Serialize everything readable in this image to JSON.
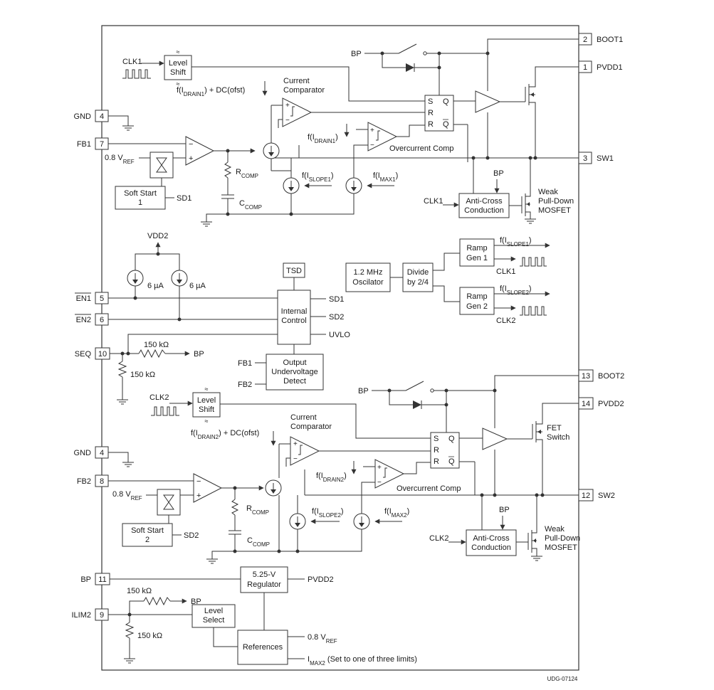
{
  "pins": {
    "boot1": {
      "num": "2",
      "name": "BOOT1"
    },
    "pvdd1": {
      "num": "1",
      "name": "PVDD1"
    },
    "sw1": {
      "num": "3",
      "name": "SW1"
    },
    "gnd_a": {
      "num": "4",
      "name": "GND"
    },
    "fb1": {
      "num": "7",
      "name": "FB1"
    },
    "en1": {
      "num": "5",
      "name": "EN1"
    },
    "en2": {
      "num": "6",
      "name": "EN2"
    },
    "seq": {
      "num": "10",
      "name": "SEQ"
    },
    "boot2": {
      "num": "13",
      "name": "BOOT2"
    },
    "pvdd2": {
      "num": "14",
      "name": "PVDD2"
    },
    "gnd_b": {
      "num": "4",
      "name": "GND"
    },
    "fb2": {
      "num": "8",
      "name": "FB2"
    },
    "sw2": {
      "num": "12",
      "name": "SW2"
    },
    "bp": {
      "num": "11",
      "name": "BP"
    },
    "ilim2": {
      "num": "9",
      "name": "ILIM2"
    }
  },
  "ch1": {
    "clk": "CLK1",
    "level_shift": [
      "Level",
      "Shift"
    ],
    "drain_f": "f(I",
    "drain_sub": "DRAIN1",
    "drain_tail": ") + DC(ofst)",
    "comparator": [
      "Current",
      "Comparator"
    ],
    "bp": "BP",
    "ff": {
      "s": "S",
      "r1": "R",
      "r2": "R",
      "q": "Q",
      "qb": "Q"
    },
    "oc_f": "f(I",
    "oc_sub": "DRAIN1",
    "oc_tail": ")",
    "oc_label": "Overcurrent Comp",
    "vref": "0.8 V",
    "vref_sub": "REF",
    "minus": "−",
    "plus": "+",
    "rcomp": "R",
    "rcomp_sub": "COMP",
    "ccomp": "C",
    "ccomp_sub": "COMP",
    "soft_start": [
      "Soft Start",
      "1"
    ],
    "sd": "SD1",
    "slope_f": "f(I",
    "slope_sub": "SLOPE1",
    "slope_tail": ")",
    "max_f": "f(I",
    "max_sub": "MAX1",
    "max_tail": ")",
    "bp2": "BP",
    "clk_ac": "CLK1",
    "anticross": [
      "Anti-Cross",
      "Conduction"
    ],
    "weak": [
      "Weak",
      "Pull-Down",
      "MOSFET"
    ]
  },
  "mid": {
    "vdd2": "VDD2",
    "i1": "6 µA",
    "i2": "6 µA",
    "tsd": "TSD",
    "internal": [
      "Internal",
      "Control"
    ],
    "sd1": "SD1",
    "sd2": "SD2",
    "uvlo": "UVLO",
    "osc": [
      "1.2 MHz",
      "Oscilator"
    ],
    "divide": [
      "Divide",
      "by 2/4"
    ],
    "ramp1": [
      "Ramp",
      "Gen 1"
    ],
    "ramp2": [
      "Ramp",
      "Gen 2"
    ],
    "slope1_f": "f(I",
    "slope1_sub": "SLOPE1",
    "slope1_tail": ")",
    "slope2_f": "f(I",
    "slope2_sub": "SLOPE2",
    "slope2_tail": ")",
    "clk1": "CLK1",
    "clk2": "CLK2",
    "r_seq": "150 kΩ",
    "r_seq2": "150 kΩ",
    "bp": "BP",
    "fb1": "FB1",
    "fb2": "FB2",
    "uv": [
      "Output",
      "Undervoltage",
      "Detect"
    ]
  },
  "ch2": {
    "clk": "CLK2",
    "level_shift": [
      "Level",
      "Shift"
    ],
    "drain_f": "f(I",
    "drain_sub": "DRAIN2",
    "drain_tail": ") + DC(ofst)",
    "comparator": [
      "Current",
      "Comparator"
    ],
    "bp": "BP",
    "ff": {
      "s": "S",
      "r1": "R",
      "r2": "R",
      "q": "Q",
      "qb": "Q"
    },
    "oc_f": "f(I",
    "oc_sub": "DRAIN2",
    "oc_tail": ")",
    "oc_label": "Overcurrent Comp",
    "fet": [
      "FET",
      "Switch"
    ],
    "vref": "0.8 V",
    "vref_sub": "REF",
    "minus": "−",
    "plus": "+",
    "rcomp": "R",
    "rcomp_sub": "COMP",
    "ccomp": "C",
    "ccomp_sub": "COMP",
    "soft_start": [
      "Soft Start",
      "2"
    ],
    "sd": "SD2",
    "slope_f": "f(I",
    "slope_sub": "SLOPE2",
    "slope_tail": ")",
    "max_f": "f(I",
    "max_sub": "MAX2",
    "max_tail": ")",
    "bp2": "BP",
    "clk_ac": "CLK2",
    "anticross": [
      "Anti-Cross",
      "Conduction"
    ],
    "weak": [
      "Weak",
      "Pull-Down",
      "MOSFET"
    ]
  },
  "bottom": {
    "reg": [
      "5.25-V",
      "Regulator"
    ],
    "pvdd2": "PVDD2",
    "r1": "150 kΩ",
    "r2": "150 kΩ",
    "bp": "BP",
    "level_select": [
      "Level",
      "Select"
    ],
    "refs": "References",
    "vref": "0.8 V",
    "vref_sub": "REF",
    "imax": "I",
    "imax_sub": "MAX2",
    "imax_tail": " (Set to one of three limits)"
  },
  "footer": {
    "id": "UDG-07124"
  }
}
